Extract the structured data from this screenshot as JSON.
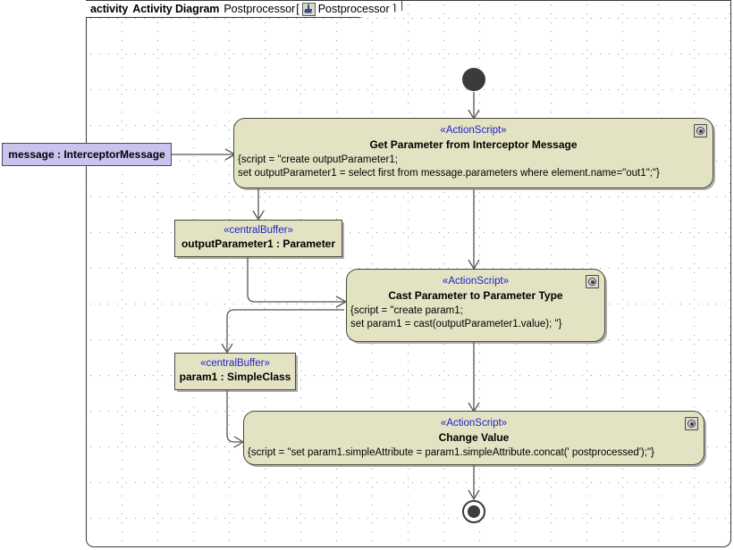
{
  "frame": {
    "keyword": "activity",
    "kind": "Activity Diagram",
    "name": "Postprocessor",
    "bracket_open": "[",
    "bracket_close": "]",
    "owner": "Postprocessor",
    "icon": "activity-diagram-icon"
  },
  "nodes": {
    "initial": {
      "name": "initial-node"
    },
    "final": {
      "name": "activity-final-node"
    },
    "input_pin": {
      "label": "message : InterceptorMessage",
      "fill": "#c9c3ee"
    },
    "action1": {
      "stereotype": "«ActionScript»",
      "title": "Get Parameter from Interceptor Message",
      "body_line1": "{script = \"create outputParameter1;",
      "body_line2": "set outputParameter1 = select first from message.parameters where element.name=\"out1\";\"}",
      "badge": "action-script-badge"
    },
    "buffer1": {
      "stereotype": "«centralBuffer»",
      "name": "outputParameter1 : Parameter"
    },
    "action2": {
      "stereotype": "«ActionScript»",
      "title": "Cast Parameter to Parameter Type",
      "body_line1": "{script = \"create param1;",
      "body_line2": "set param1 = cast(outputParameter1.value); \"}",
      "badge": "action-script-badge"
    },
    "buffer2": {
      "stereotype": "«centralBuffer»",
      "name": "param1 : SimpleClass"
    },
    "action3": {
      "stereotype": "«ActionScript»",
      "title": "Change Value",
      "body_line1": "{script = \"set param1.simpleAttribute = param1.simpleAttribute.concat(' postprocessed');\"}",
      "badge": "action-script-badge"
    }
  },
  "colors": {
    "action_fill": "#e3e3c3",
    "buffer_fill": "#e3e3c3",
    "pin_fill": "#c9c3ee",
    "stereotype_text": "#2222cc",
    "edge": "#555550",
    "frame_border": "#3b3b3b"
  }
}
